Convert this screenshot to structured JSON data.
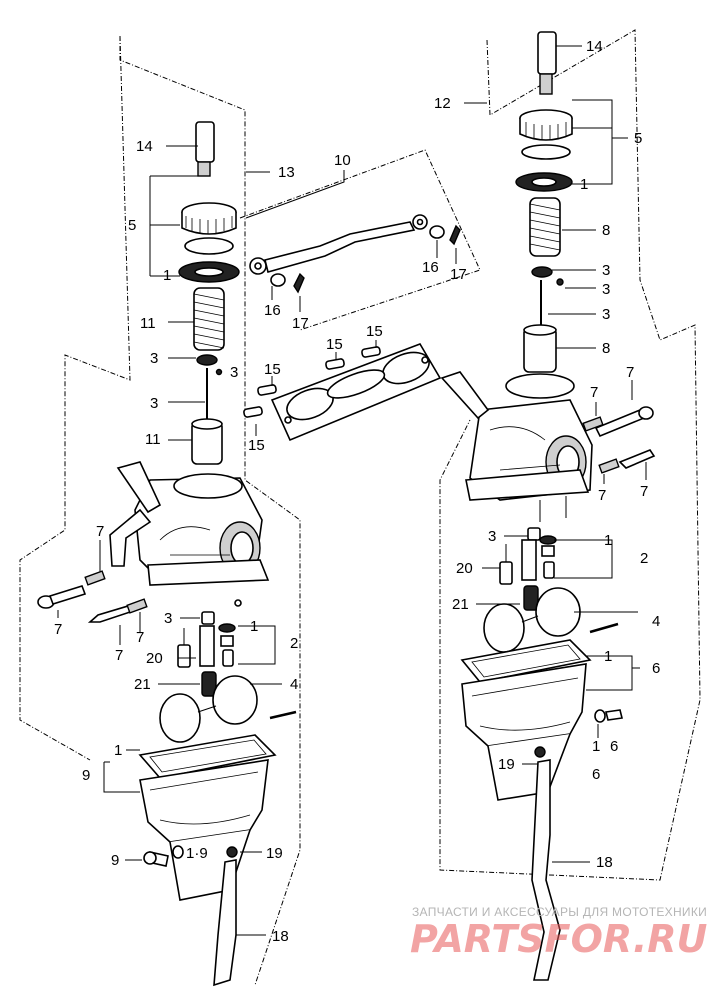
{
  "diagram": {
    "callouts": {
      "left": [
        "14",
        "13",
        "5",
        "1",
        "11",
        "3",
        "3",
        "3",
        "11",
        "7",
        "7",
        "7",
        "7",
        "3",
        "1",
        "2",
        "20",
        "21",
        "4",
        "1",
        "9",
        "9",
        "1·9",
        "19",
        "18"
      ],
      "center": [
        "10",
        "16",
        "17",
        "16",
        "17",
        "15",
        "15",
        "15",
        "15"
      ],
      "right": [
        "14",
        "12",
        "5",
        "1",
        "8",
        "3",
        "3",
        "3",
        "8",
        "7",
        "7",
        "7",
        "7",
        "3",
        "1",
        "2",
        "20",
        "21",
        "4",
        "1",
        "6",
        "1",
        "6",
        "6",
        "19",
        "18"
      ]
    }
  },
  "watermark": {
    "tagline": "ЗАПЧАСТИ И АКСЕССУАРЫ ДЛЯ МОТОТЕХНИКИ",
    "logo": "PARTSFOR.RU"
  }
}
